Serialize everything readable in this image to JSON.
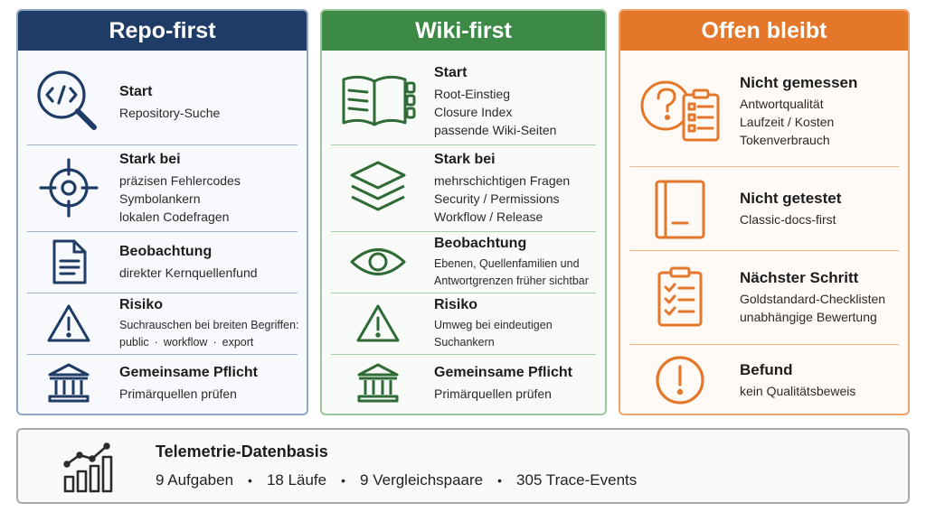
{
  "columns": [
    {
      "title": "Repo-first",
      "color": "#1f3c66",
      "rows": [
        {
          "icon": "code-search-icon",
          "heading": "Start",
          "lines": [
            "Repository-Suche"
          ]
        },
        {
          "icon": "crosshair-icon",
          "heading": "Stark bei",
          "lines": [
            "präzisen Fehlercodes",
            "Symbolankern",
            "lokalen Codefragen"
          ]
        },
        {
          "icon": "document-icon",
          "heading": "Beobachtung",
          "lines": [
            "direkter Kernquellenfund"
          ]
        },
        {
          "icon": "warning-icon",
          "heading": "Risiko",
          "lines": [
            "Suchrauschen bei breiten Begriffen:"
          ],
          "tags": [
            "public",
            "workflow",
            "export"
          ]
        },
        {
          "icon": "institution-icon",
          "heading": "Gemeinsame Pflicht",
          "lines": [
            "Primärquellen prüfen"
          ]
        }
      ]
    },
    {
      "title": "Wiki-first",
      "color": "#3d8a46",
      "rows": [
        {
          "icon": "book-icon",
          "heading": "Start",
          "lines": [
            "Root-Einstieg",
            "Closure Index",
            "passende Wiki-Seiten"
          ]
        },
        {
          "icon": "layers-icon",
          "heading": "Stark bei",
          "lines": [
            "mehrschichtigen Fragen",
            "Security / Permissions",
            "Workflow / Release"
          ]
        },
        {
          "icon": "eye-icon",
          "heading": "Beobachtung",
          "lines": [
            "Ebenen, Quellenfamilien und",
            "Antwortgrenzen früher sichtbar"
          ]
        },
        {
          "icon": "warning-icon",
          "heading": "Risiko",
          "lines": [
            "Umweg bei eindeutigen Suchankern"
          ]
        },
        {
          "icon": "institution-icon",
          "heading": "Gemeinsame Pflicht",
          "lines": [
            "Primärquellen prüfen"
          ]
        }
      ]
    },
    {
      "title": "Offen bleibt",
      "color": "#e5772a",
      "rows": [
        {
          "icon": "question-checklist-icon",
          "heading": "Nicht gemessen",
          "lines": [
            "Antwortqualität",
            "Laufzeit / Kosten",
            "Tokenverbrauch"
          ]
        },
        {
          "icon": "closed-book-icon",
          "heading": "Nicht getestet",
          "lines": [
            "Classic-docs-first"
          ]
        },
        {
          "icon": "clipboard-checklist-icon",
          "heading": "Nächster Schritt",
          "lines": [
            "Goldstandard-Checklisten",
            "unabhängige Bewertung"
          ]
        },
        {
          "icon": "exclamation-circle-icon",
          "heading": "Befund",
          "lines": [
            "kein Qualitätsbeweis"
          ]
        }
      ]
    }
  ],
  "footer": {
    "icon": "growth-chart-icon",
    "title": "Telemetrie-Datenbasis",
    "stats": [
      "9 Aufgaben",
      "18 Läufe",
      "9 Vergleichspaare",
      "305 Trace-Events"
    ]
  }
}
